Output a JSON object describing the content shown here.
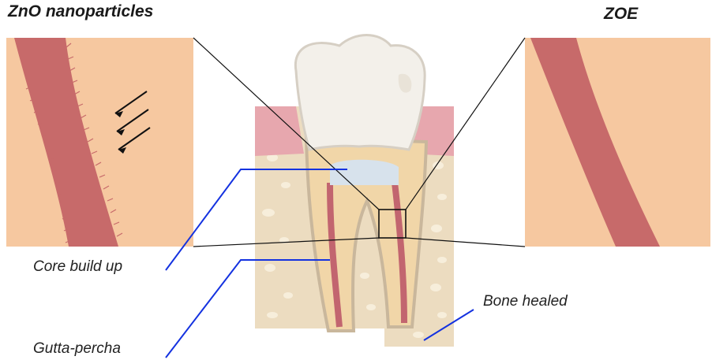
{
  "titles": {
    "left": "ZnO nanoparticles",
    "right": "ZOE"
  },
  "callouts": {
    "core": "Core build up",
    "gutta": "Gutta-percha",
    "bone": "Bone healed"
  },
  "colors": {
    "panel_background": "#f6c8a0",
    "dentin_band": "#c76a6a",
    "leader_line": "#1432e0",
    "bone": "#ecdcc0",
    "gum": "#e7a7ae",
    "crown": "#f3f0ea"
  }
}
